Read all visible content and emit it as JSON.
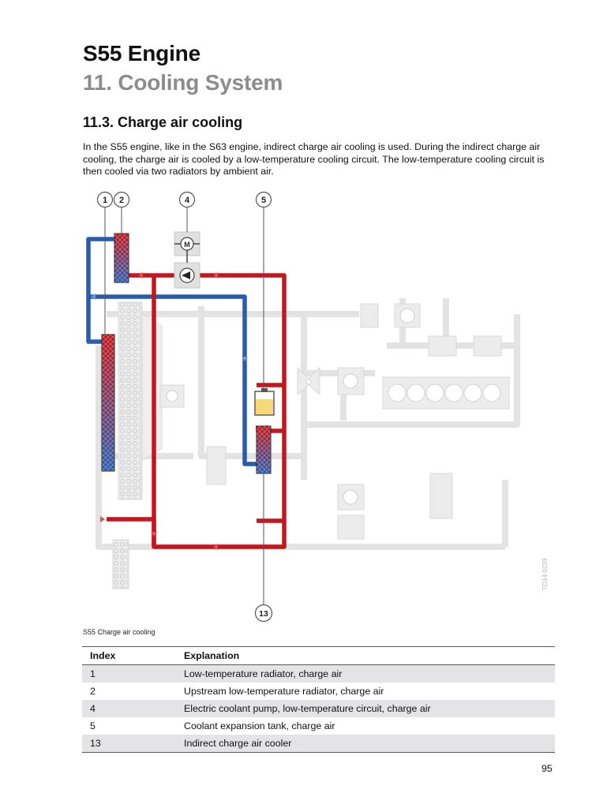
{
  "header": {
    "title": "S55 Engine",
    "chapter": "11. Cooling System"
  },
  "section": {
    "title": "11.3. Charge air cooling",
    "intro": "In the S55 engine, like in the S63 engine, indirect charge air cooling is used. During the indirect charge air cooling, the charge air is cooled by a low-temperature cooling circuit. The low-temperature cooling circuit is then cooled via two radiators by ambient air."
  },
  "figure": {
    "callouts": [
      "1",
      "2",
      "4",
      "5",
      "13"
    ],
    "ref_code": "TO14-0239",
    "motor_symbol": "M",
    "caption": "S55 Charge air cooling",
    "colors": {
      "hot_circuit": "#c4161c",
      "cool_circuit": "#2a5cad",
      "inactive_circuit": "#e3e3e3",
      "expansion_tank_fluid": "#f6d97a"
    }
  },
  "index_table": {
    "headers": [
      "Index",
      "Explanation"
    ],
    "rows": [
      {
        "index": "1",
        "explanation": "Low-temperature radiator, charge air"
      },
      {
        "index": "2",
        "explanation": "Upstream low-temperature radiator, charge air"
      },
      {
        "index": "4",
        "explanation": "Electric coolant pump, low-temperature circuit, charge air"
      },
      {
        "index": "5",
        "explanation": "Coolant expansion tank, charge air"
      },
      {
        "index": "13",
        "explanation": "Indirect charge air cooler"
      }
    ]
  },
  "page_number": "95"
}
